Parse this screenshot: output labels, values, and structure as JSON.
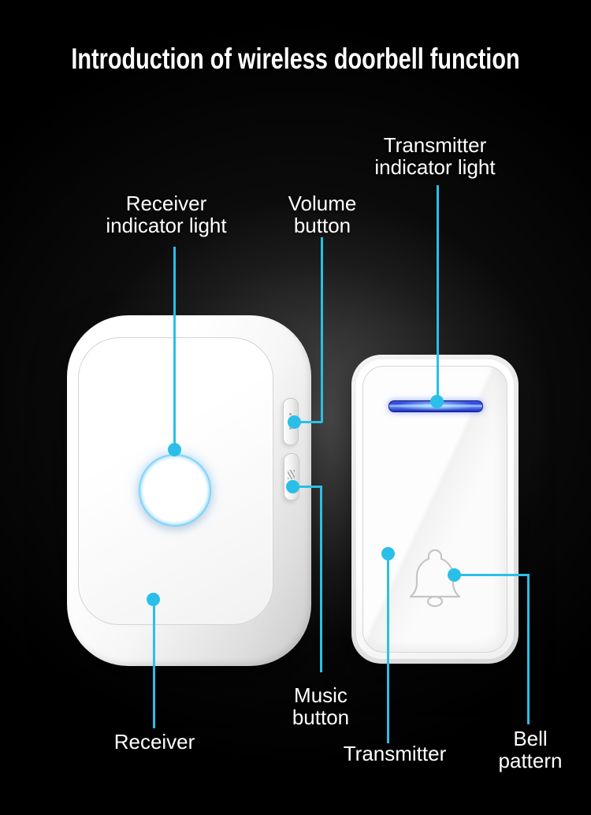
{
  "title": "Introduction of wireless doorbell function",
  "colors": {
    "background": "#000000",
    "accent_cyan": "#2abfe8",
    "text": "#ffffff",
    "indicator_ring_blue": "#1f86ea",
    "led_strip_blue": "#2c42e8"
  },
  "callouts": {
    "receiver_indicator": {
      "line1": "Receiver",
      "line2": "indicator light"
    },
    "volume_button": {
      "line1": "Volume",
      "line2": "button"
    },
    "transmitter_indicator": {
      "line1": "Transmitter",
      "line2": "indicator light"
    },
    "music_button": {
      "line1": "Music",
      "line2": "button"
    },
    "receiver": {
      "label": "Receiver"
    },
    "transmitter": {
      "label": "Transmitter"
    },
    "bell_pattern": {
      "line1": "Bell",
      "line2": "pattern"
    }
  }
}
